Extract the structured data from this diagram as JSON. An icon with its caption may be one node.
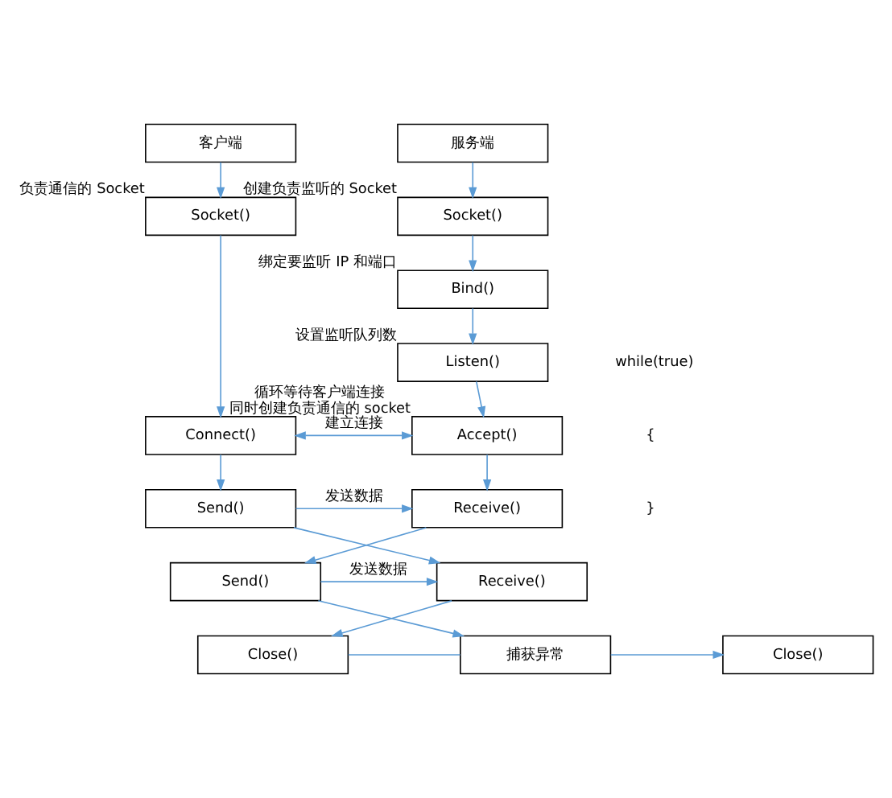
{
  "diagram": {
    "nodes": [
      {
        "text": [
          "客户端"
        ]
      },
      {
        "text": [
          "Socket()"
        ],
        "beside": [
          "负责通信的 Socket"
        ]
      },
      {
        "text": [
          "Connect()"
        ]
      },
      {
        "text": [
          "Send()"
        ]
      },
      {
        "text": [
          "Receive()"
        ]
      },
      {
        "text": [
          "Close()"
        ]
      },
      {
        "text": [
          "服务端"
        ]
      },
      {
        "text": [
          "Socket()"
        ],
        "beside": [
          "创建负责监听的 Socket"
        ]
      },
      {
        "text": [
          "Bind()"
        ],
        "beside": [
          "绑定要监听 IP 和端口"
        ]
      },
      {
        "text": [
          "Listen()"
        ],
        "beside": [
          "设置监听队列数"
        ]
      },
      {
        "text": [
          "Accept()"
        ],
        "beside": [
          "循环等待客户端连接",
          "同时创建负责通信的 socket"
        ]
      },
      {
        "text": [
          "Receive()"
        ]
      },
      {
        "text": [
          "Send()"
        ]
      },
      {
        "text": [
          "捕获异常"
        ]
      },
      {
        "text": [
          "Close()"
        ]
      }
    ],
    "edges": [
      {
        "from": 0,
        "to": 1,
        "arrow": "to"
      },
      {
        "from": 1,
        "to": 2,
        "arrow": "to"
      },
      {
        "from": 2,
        "to": 3,
        "arrow": "to"
      },
      {
        "from": 3,
        "to": 4,
        "arrow": "to"
      },
      {
        "from": 4,
        "to": 5,
        "arrow": "to"
      },
      {
        "from": 6,
        "to": 7,
        "arrow": "to"
      },
      {
        "from": 7,
        "to": 8,
        "arrow": "to"
      },
      {
        "from": 8,
        "to": 9,
        "arrow": "to"
      },
      {
        "from": 9,
        "to": 10,
        "arrow": "to"
      },
      {
        "from": 10,
        "to": 11,
        "arrow": "to"
      },
      {
        "from": 11,
        "to": 12,
        "arrow": "to"
      },
      {
        "from": 12,
        "to": 13,
        "arrow": "to"
      },
      {
        "from": 13,
        "to": 14,
        "arrow": "to"
      },
      {
        "from": 2,
        "to": 10,
        "arrow": "both",
        "label": "建立连接"
      },
      {
        "from": 3,
        "to": 11,
        "arrow": "to",
        "label": "发送数据"
      },
      {
        "from": 12,
        "to": 4,
        "arrow": "to",
        "label": "发送数据"
      },
      {
        "from": 5,
        "to": 13,
        "arrow": "none"
      }
    ],
    "labels": [
      "while(true)",
      "{",
      "}"
    ]
  }
}
